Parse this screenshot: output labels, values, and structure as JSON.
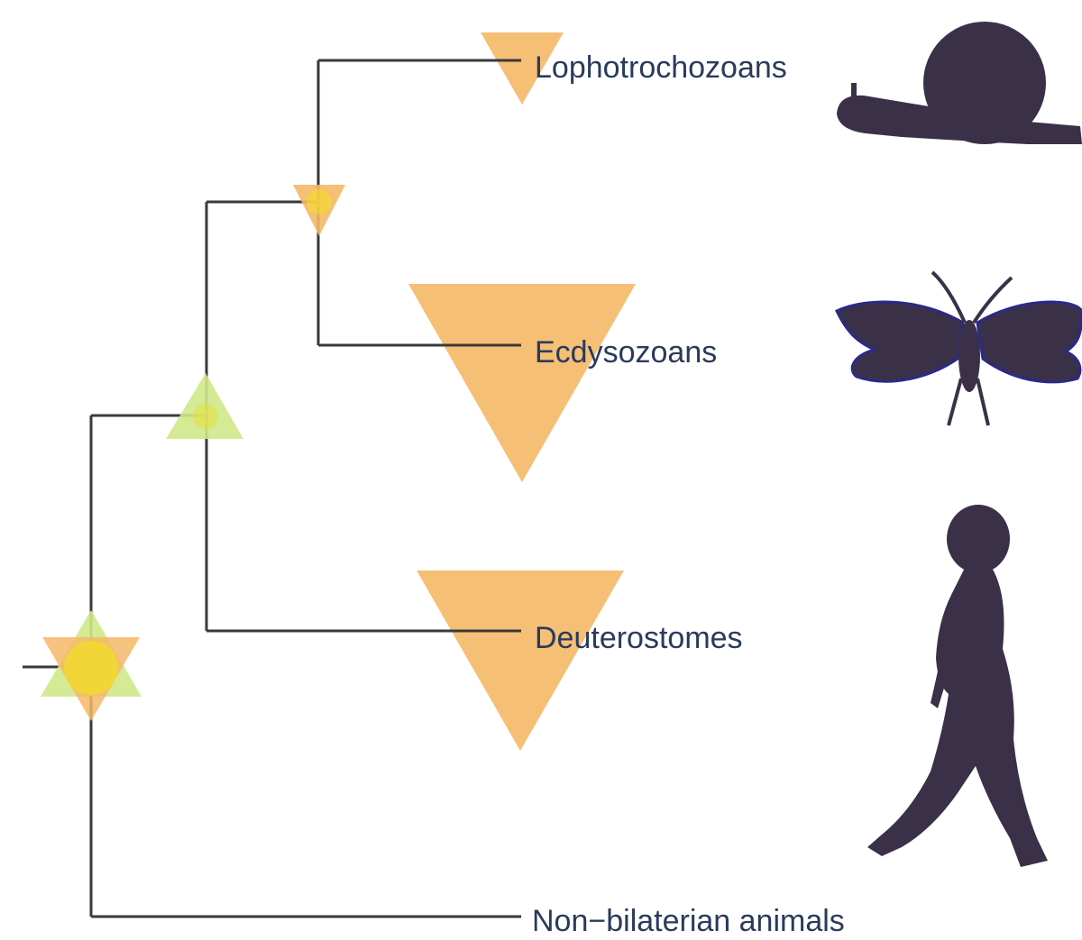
{
  "diagram": {
    "type": "phylogenetic-tree",
    "taxa": [
      {
        "id": "lophotrochozoans",
        "label": "Lophotrochozoans",
        "silhouette": "snail-icon"
      },
      {
        "id": "ecdysozoans",
        "label": "Ecdysozoans",
        "silhouette": "moth-icon"
      },
      {
        "id": "deuterostomes",
        "label": "Deuterostomes",
        "silhouette": "human-icon"
      },
      {
        "id": "non-bilaterian",
        "label": "Non−bilaterian animals"
      }
    ],
    "colors": {
      "branch": "#3a3a3a",
      "clade_triangle": "#f5b867",
      "node_marker_green": "#cfe88a",
      "node_marker_yellow": "#f2e020",
      "silhouette": "#3a3148",
      "label": "#2b3a5c"
    }
  }
}
